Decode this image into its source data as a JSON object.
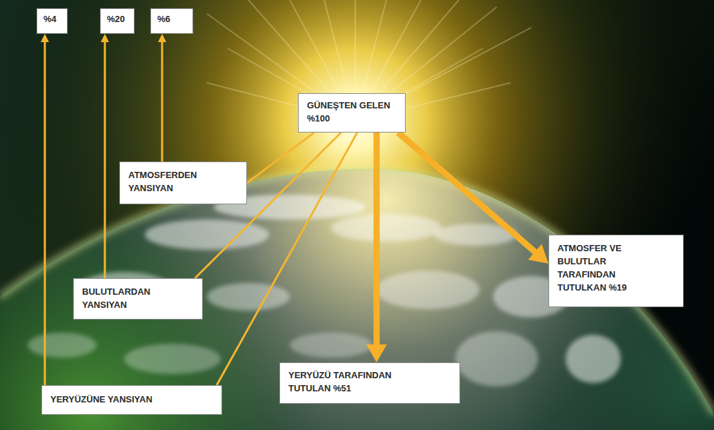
{
  "diagram": {
    "nodes": [
      {
        "text": [
          "%4"
        ]
      },
      {
        "text": [
          "%20"
        ]
      },
      {
        "text": [
          "%6"
        ]
      },
      {
        "text": [
          "GÜNEŞTEN GELEN %100"
        ]
      },
      {
        "text": [
          "ATMOSFERDEN YANSIYAN"
        ]
      },
      {
        "text": [
          "ATMOSFER VE BULUTLAR TARAFINDAN TUTULKAN %19"
        ]
      },
      {
        "text": [
          "BULUTLARDAN YANSIYAN"
        ]
      },
      {
        "text": [
          "YERYÜZÜ TARAFINDAN TUTULAN %51"
        ]
      },
      {
        "text": [
          "YERYÜZÜNE YANSIYAN"
        ]
      }
    ],
    "edges": [
      {
        "from": 3,
        "to": 4,
        "arrow": "none"
      },
      {
        "from": 3,
        "to": 6,
        "arrow": "none"
      },
      {
        "from": 3,
        "to": 8,
        "arrow": "none"
      },
      {
        "from": 3,
        "to": 7,
        "arrow": "to"
      },
      {
        "from": 3,
        "to": 5,
        "arrow": "to"
      },
      {
        "from": 4,
        "to": 2,
        "arrow": "to"
      },
      {
        "from": 6,
        "to": 1,
        "arrow": "to"
      },
      {
        "from": 8,
        "to": 0,
        "arrow": "to"
      }
    ]
  }
}
